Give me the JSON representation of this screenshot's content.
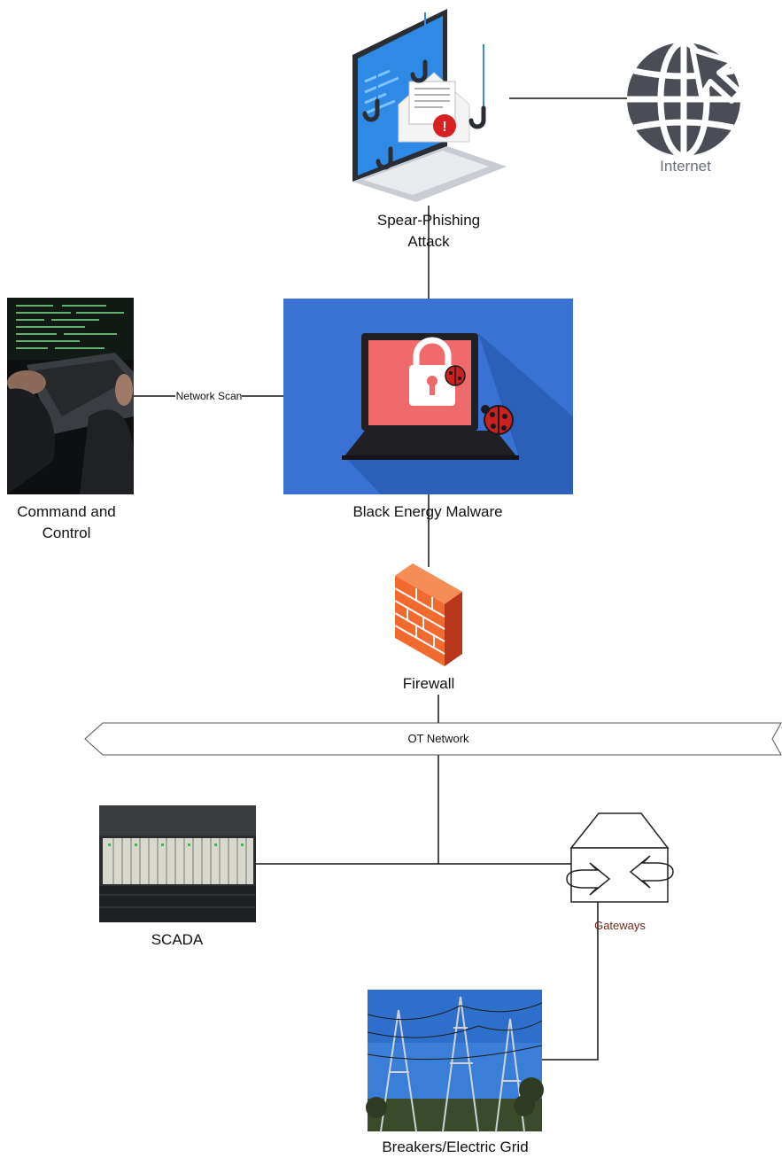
{
  "diagram": {
    "nodes": {
      "spear_phishing": "Spear-Phishing\nAttack",
      "internet": "Internet",
      "command_control": "Command and\nControl",
      "network_scan": "Network Scan",
      "black_energy": "Black Energy Malware",
      "firewall": "Firewall",
      "ot_network": "OT Network",
      "scada": "SCADA",
      "gateways": "Gateways",
      "breakers": "Breakers/Electric Grid"
    },
    "colors": {
      "line": "#111111",
      "malware_bg": "#3a72d4",
      "malware_shadow": "#2c5fb8",
      "screen_red": "#ef6a6a",
      "firewall_orange": "#f26a2e",
      "firewall_dark": "#b8361a",
      "globe_gray": "#4a4d55",
      "internet_text": "#6b6f78",
      "gateways_text": "#6b2a1a",
      "ladybug": "#cc1f1f"
    },
    "icons": [
      "phishing-laptop-icon",
      "globe-cursor-icon",
      "hacker-laptop-photo",
      "malware-laptop-icon",
      "firewall-icon",
      "scada-rack-photo",
      "gateway-icon",
      "substation-photo"
    ]
  }
}
